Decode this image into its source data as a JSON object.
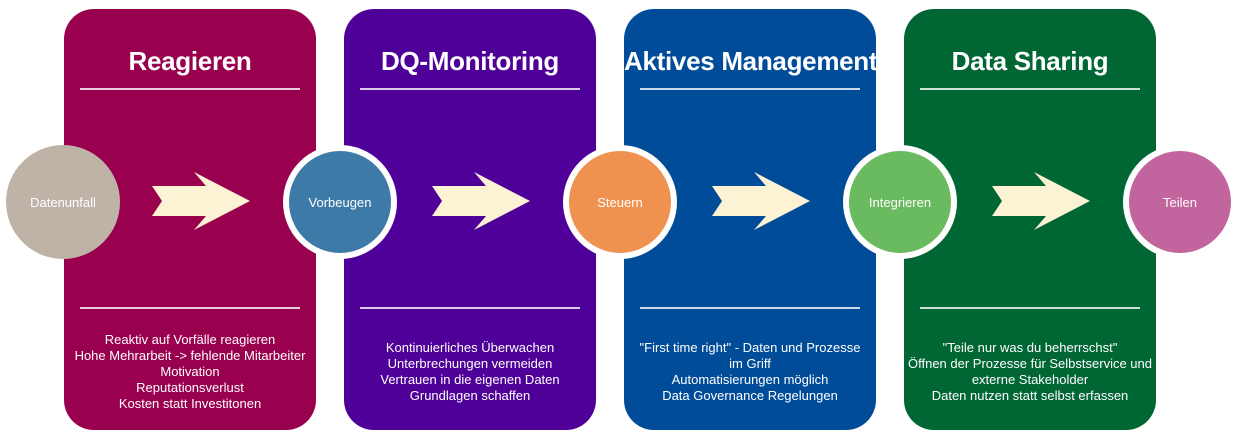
{
  "panels": [
    {
      "title": "Reagieren",
      "color": "#99004D",
      "lines": [
        "Reaktiv auf Vorfälle reagieren",
        "Hohe Mehrarbeit -> fehlende Mitarbeiter",
        "Motivation",
        "Reputationsverlust",
        "Kosten statt Investitonen"
      ]
    },
    {
      "title": "DQ-Monitoring",
      "color": "#4F0099",
      "lines": [
        "Kontinuierliches Überwachen",
        "Unterbrechungen vermeiden",
        "Vertrauen in die eigenen Daten",
        "Grundlagen schaffen"
      ]
    },
    {
      "title": "Aktives Management",
      "color": "#004C99",
      "lines": [
        "\"First time right\" - Daten und Prozesse",
        "im Griff",
        "Automatisierungen möglich",
        "Data Governance Regelungen"
      ]
    },
    {
      "title": "Data Sharing",
      "color": "#006633",
      "lines": [
        "\"Teile nur was du beherrschst\"",
        "Öffnen der Prozesse für Selbstservice und",
        "externe Stakeholder",
        "Daten nutzen statt selbst erfassen"
      ]
    }
  ],
  "circles": [
    {
      "label": "Datenunfall",
      "color": "#BFB3A8"
    },
    {
      "label": "Vorbeugen",
      "color": "#3D7AA8"
    },
    {
      "label": "Steuern",
      "color": "#F0924F"
    },
    {
      "label": "Integrieren",
      "color": "#6ABA5F"
    },
    {
      "label": "Teilen",
      "color": "#C2649D"
    }
  ],
  "arrow_color": "#FCF3D4"
}
